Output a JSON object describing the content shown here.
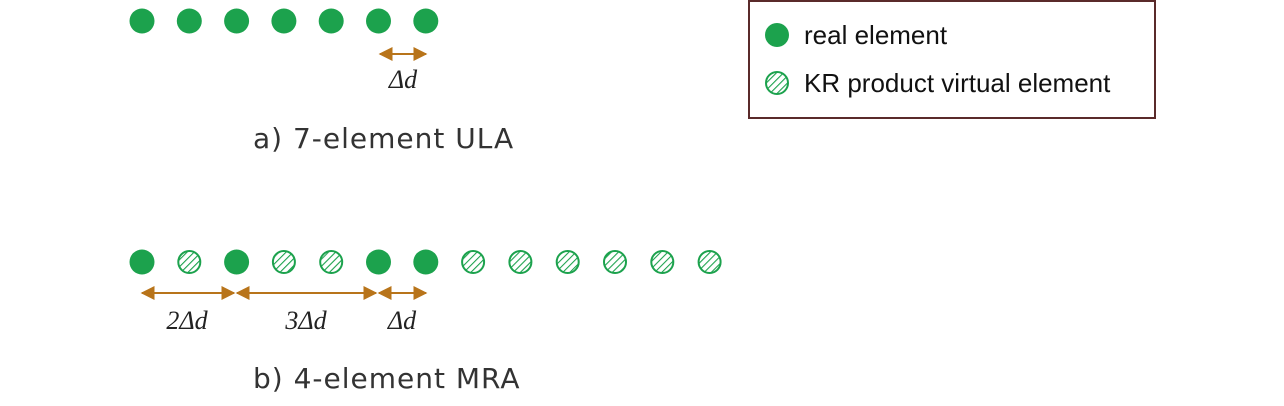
{
  "colors": {
    "real_element": "#1ca24d",
    "virtual_element_stroke": "#1ca24d",
    "arrow": "#b8741a",
    "legend_border": "#5a2a2a"
  },
  "ula": {
    "caption": "a)  7-element ULA",
    "elements": [
      "real",
      "real",
      "real",
      "real",
      "real",
      "real",
      "real"
    ],
    "spacing_labels": [
      "Δd"
    ]
  },
  "mra": {
    "caption": "b)  4-element MRA",
    "elements": [
      "real",
      "virtual",
      "real",
      "virtual",
      "virtual",
      "real",
      "real",
      "virtual",
      "virtual",
      "virtual",
      "virtual",
      "virtual",
      "virtual"
    ],
    "spacing_labels": [
      "2Δd",
      "3Δd",
      "Δd"
    ]
  },
  "legend": {
    "items": [
      {
        "icon": "real-element-icon",
        "label": "real element"
      },
      {
        "icon": "virtual-element-icon",
        "label": "KR product virtual element"
      }
    ]
  }
}
